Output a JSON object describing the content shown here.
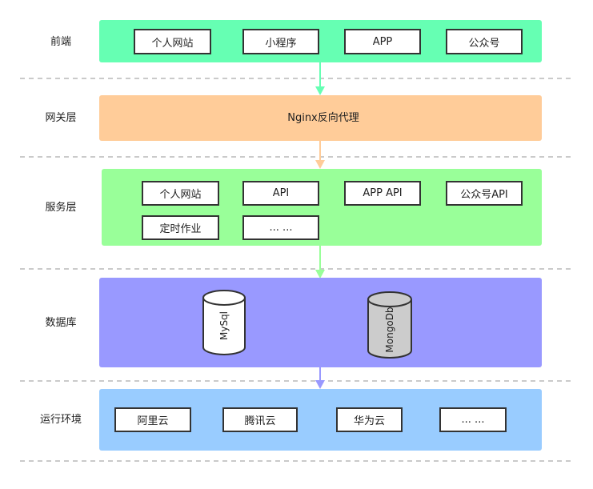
{
  "layers": {
    "frontend": "前端",
    "gateway": "网关层",
    "service": "服务层",
    "database": "数据库",
    "runtime": "运行环境"
  },
  "frontend_nodes": [
    "个人网站",
    "小程序",
    "APP",
    "公众号"
  ],
  "gateway_node": "Nginx反向代理",
  "service_nodes": [
    "个人网站",
    "API",
    "APP API",
    "公众号API",
    "定时作业",
    "... ..."
  ],
  "databases": [
    "MySql",
    "MongoDb"
  ],
  "runtime_nodes": [
    "阿里云",
    "腾讯云",
    "华为云",
    "... ..."
  ],
  "colors": {
    "frontend_band": "#66ffb3",
    "gateway_band": "#ffcc99",
    "service_band": "#99ff99",
    "database_band": "#9999ff",
    "runtime_band": "#99ccff",
    "arrow_green": "#66ffb3",
    "arrow_orange": "#ffcc99",
    "arrow_blue": "#9999ff",
    "mongodb_fill": "#cccccc",
    "divider": "#aaaaaa"
  }
}
